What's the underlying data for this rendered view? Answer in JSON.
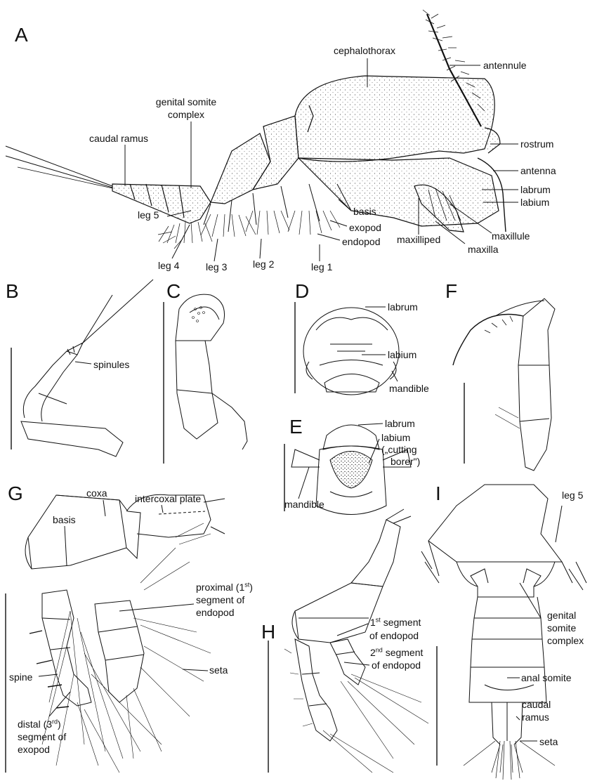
{
  "panels": {
    "A": "A",
    "B": "B",
    "C": "C",
    "D": "D",
    "E": "E",
    "F": "F",
    "G": "G",
    "H": "H",
    "I": "I"
  },
  "a": {
    "cephalothorax": "cephalothorax",
    "antennule": "antennule",
    "genital_somite_1": "genital somite",
    "genital_somite_2": "complex",
    "caudal_ramus": "caudal ramus",
    "rostrum": "rostrum",
    "antenna": "antenna",
    "labrum": "labrum",
    "labium": "labium",
    "leg5": "leg 5",
    "basis": "basis",
    "exopod": "exopod",
    "endopod": "endopod",
    "maxilliped": "maxilliped",
    "maxillule": "maxillule",
    "maxilla": "maxilla",
    "leg4": "leg 4",
    "leg3": "leg 3",
    "leg2": "leg 2",
    "leg1": "leg 1"
  },
  "b": {
    "spinules": "spinules"
  },
  "d": {
    "labrum": "labrum",
    "labium": "labium",
    "mandible": "mandible"
  },
  "e": {
    "labrum": "labrum",
    "labium": "labium",
    "cutting_1": "(„cutting",
    "cutting_2": "borer\")",
    "mandible": "mandible"
  },
  "g": {
    "basis": "basis",
    "coxa": "coxa",
    "intercoxal": "intercoxal plate",
    "prox_1": "proximal (1",
    "prox_sup": "st",
    "prox_1b": ")",
    "prox_2": "segment of",
    "prox_3": "endopod",
    "seta": "seta",
    "spine": "spine",
    "dist_1": "distal (3",
    "dist_sup": "rd",
    "dist_1b": ")",
    "dist_2": "segment of",
    "dist_3": "exopod"
  },
  "h": {
    "s1_a": "1",
    "s1_sup": "st",
    "s1_b": " segment",
    "s1_c": "of endopod",
    "s2_a": "2",
    "s2_sup": "nd",
    "s2_b": " segment",
    "s2_c": "of endopod"
  },
  "i": {
    "leg5": "leg 5",
    "gen_1": "genital",
    "gen_2": "somite",
    "gen_3": "complex",
    "anal": "anal somite",
    "caudal_1": "caudal",
    "caudal_2": "ramus",
    "seta": "seta"
  }
}
